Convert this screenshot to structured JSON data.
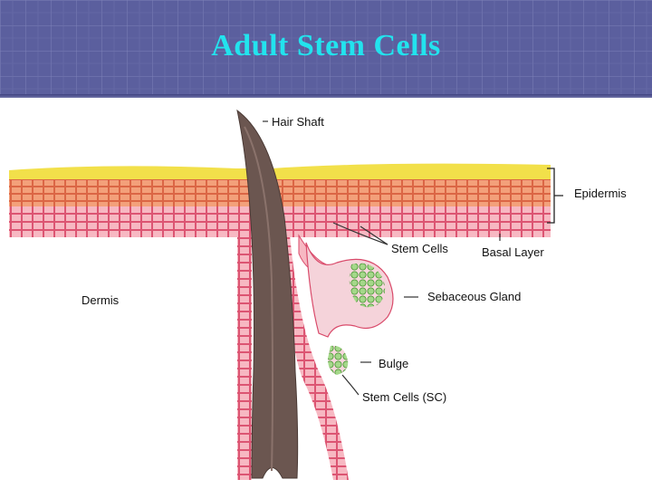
{
  "slide": {
    "title": "Adult Stem Cells"
  },
  "labels": {
    "hair_shaft": "Hair Shaft",
    "epidermis": "Epidermis",
    "stem_cells": "Stem Cells",
    "basal_layer": "Basal Layer",
    "dermis": "Dermis",
    "sebaceous_gland": "Sebaceous Gland",
    "bulge": "Bulge",
    "stem_cells_sc": "Stem Cells (SC)"
  },
  "colors": {
    "title": "#22e3ee",
    "header": "#5b5f9e",
    "epidermis_top": "#f2e04a",
    "epidermis_mid": "#ee8a55",
    "dermis_tissue": "#f4a7b5",
    "hair_shaft": "#6b5650",
    "stem_cells": "#8ccc6a"
  }
}
